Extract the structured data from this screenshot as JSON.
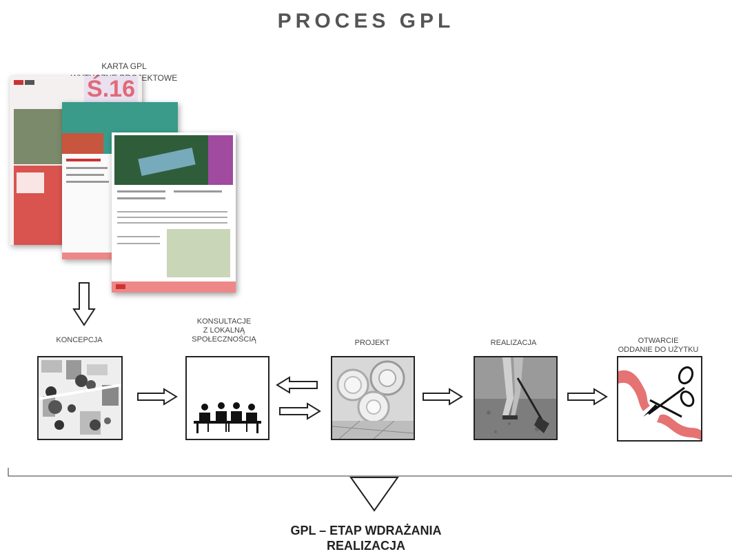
{
  "title": "PROCES GPL",
  "card": {
    "label_line1": "KARTA GPL",
    "label_line2": "WYTYCZNE PROJEKTOWE",
    "badge": "Ś.16"
  },
  "stages": [
    {
      "label": "KONCEPCJA",
      "icon": "site-plan-icon"
    },
    {
      "label_line1": "KONSULTACJE",
      "label_line2": "Z LOKALNĄ",
      "label_line3": "SPOŁECZNOŚCIĄ",
      "icon": "meeting-people-icon"
    },
    {
      "label": "PROJEKT",
      "icon": "blueprint-rolls-icon"
    },
    {
      "label": "REALIZACJA",
      "icon": "shovel-worker-icon"
    },
    {
      "label_line1": "OTWARCIE",
      "label_line2": "ODDANIE DO UŻYTKU",
      "icon": "ribbon-scissors-icon"
    }
  ],
  "bottom": {
    "line1": "GPL – ETAP WDRAŻANIA",
    "line2": "REALIZACJA"
  },
  "colors": {
    "accent_red": "#e07070",
    "dark": "#222222"
  }
}
